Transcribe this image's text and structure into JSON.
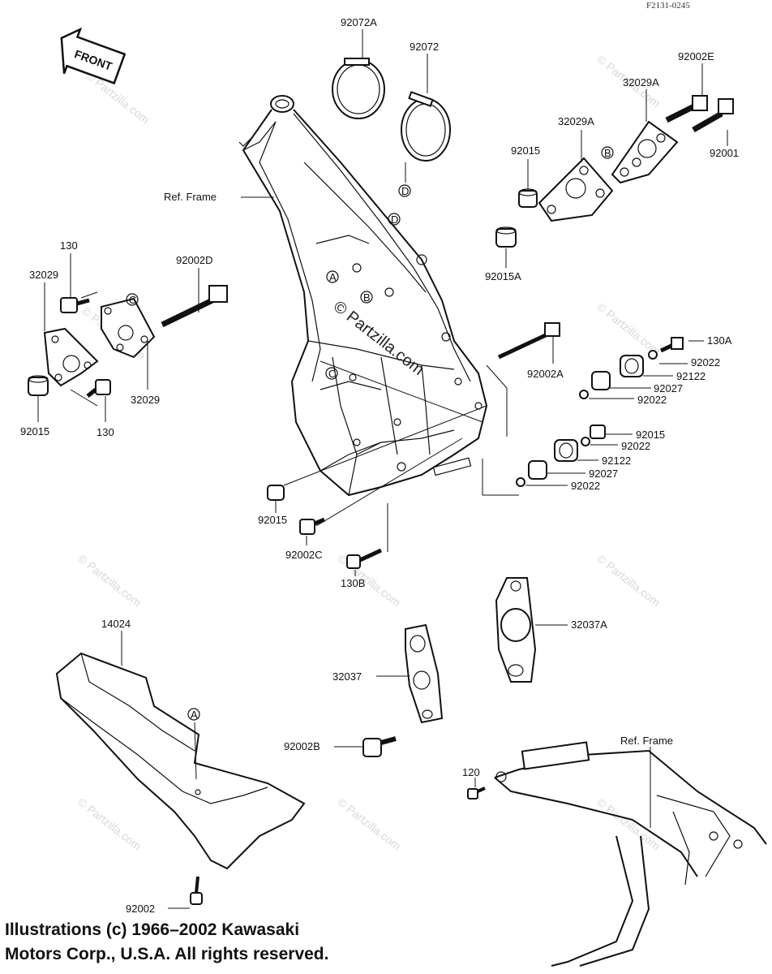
{
  "diagram": {
    "reference_code": "F2131-0245",
    "front_arrow_label": "FRONT",
    "watermark": "© Partzilla.com",
    "callout_letters": [
      "A",
      "B",
      "C",
      "D"
    ],
    "part_labels": {
      "p92072A": "92072A",
      "p92072": "92072",
      "p92002E": "92002E",
      "p32029A_1": "32029A",
      "p32029A_2": "32029A",
      "p92015_top": "92015",
      "p92001": "92001",
      "p92015A": "92015A",
      "ref_frame_top": "Ref. Frame",
      "p130_top": "130",
      "p32029_left": "32029",
      "p92002D": "92002D",
      "p32029_right": "32029",
      "p92015_left": "92015",
      "p130_bottom": "130",
      "p130A": "130A",
      "p92022_1": "92022",
      "p92122_1": "92122",
      "p92002A": "92002A",
      "p92027_1": "92027",
      "p92022_2": "92022",
      "p92015_mid": "92015",
      "p92022_3": "92022",
      "p92122_2": "92122",
      "p92027_2": "92027",
      "p92022_4": "92022",
      "p92015_bottom": "92015",
      "p92002C": "92002C",
      "p130B": "130B",
      "p14024": "14024",
      "p32037A": "32037A",
      "p32037": "32037",
      "p92002B": "92002B",
      "ref_frame_bottom": "Ref. Frame",
      "p120": "120",
      "p92002": "92002"
    },
    "footer_line1": "Illustrations (c) 1966–2002 Kawasaki",
    "footer_line2": "Motors Corp., U.S.A.  All rights reserved."
  }
}
